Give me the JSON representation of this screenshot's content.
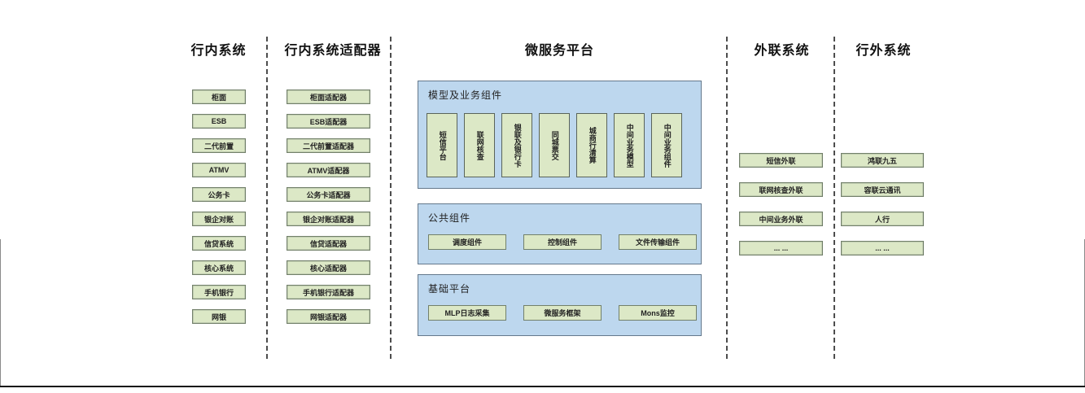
{
  "diagram": {
    "internal": {
      "title": "行内系统",
      "items": [
        "柜面",
        "ESB",
        "二代前置",
        "ATMV",
        "公务卡",
        "银企对账",
        "信贷系统",
        "核心系统",
        "手机银行",
        "网银"
      ]
    },
    "adapters": {
      "title": "行内系统适配器",
      "items": [
        "柜面适配器",
        "ESB适配器",
        "二代前置适配器",
        "ATMV适配器",
        "公务卡适配器",
        "银企对账适配器",
        "信贷适配器",
        "核心适配器",
        "手机银行适配器",
        "网银适配器"
      ]
    },
    "platform": {
      "title": "微服务平台",
      "model_panel": {
        "title": "模型及业务组件",
        "items": [
          "短信平台",
          "联网核查",
          "银联及银行卡",
          "同城票交",
          "城商行清算",
          "中间业务模型",
          "中间业务组件"
        ]
      },
      "common_panel": {
        "title": "公共组件",
        "items": [
          "调度组件",
          "控制组件",
          "文件传输组件"
        ]
      },
      "base_panel": {
        "title": "基础平台",
        "items": [
          "MLP日志采集",
          "微服务框架",
          "Mons监控"
        ]
      }
    },
    "outreach": {
      "title": "外联系统",
      "items": [
        "短信外联",
        "联网核查外联",
        "中间业务外联",
        "... ..."
      ]
    },
    "external": {
      "title": "行外系统",
      "items": [
        "鸿联九五",
        "容联云通讯",
        "人行",
        "... ..."
      ]
    },
    "colors": {
      "node_fill": "#dce8c6",
      "node_border": "#72806a",
      "panel_fill": "#bdd7ee",
      "panel_border": "#64788c",
      "separator": "#4d4d4d"
    }
  }
}
